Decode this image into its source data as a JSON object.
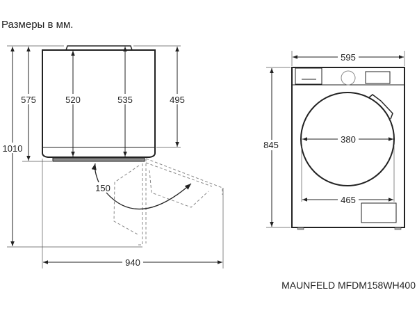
{
  "title": "Размеры в мм.",
  "model": "MAUNFELD MFDM158WH400",
  "side_view": {
    "total_height": "1010",
    "height_to_base": "575",
    "inner_depth_1": "520",
    "inner_depth_2": "535",
    "body_depth": "495",
    "door_angle": "150",
    "depth_door_open": "940"
  },
  "front_view": {
    "width": "595",
    "height": "845",
    "door_glass": "380",
    "door_outer": "465"
  }
}
